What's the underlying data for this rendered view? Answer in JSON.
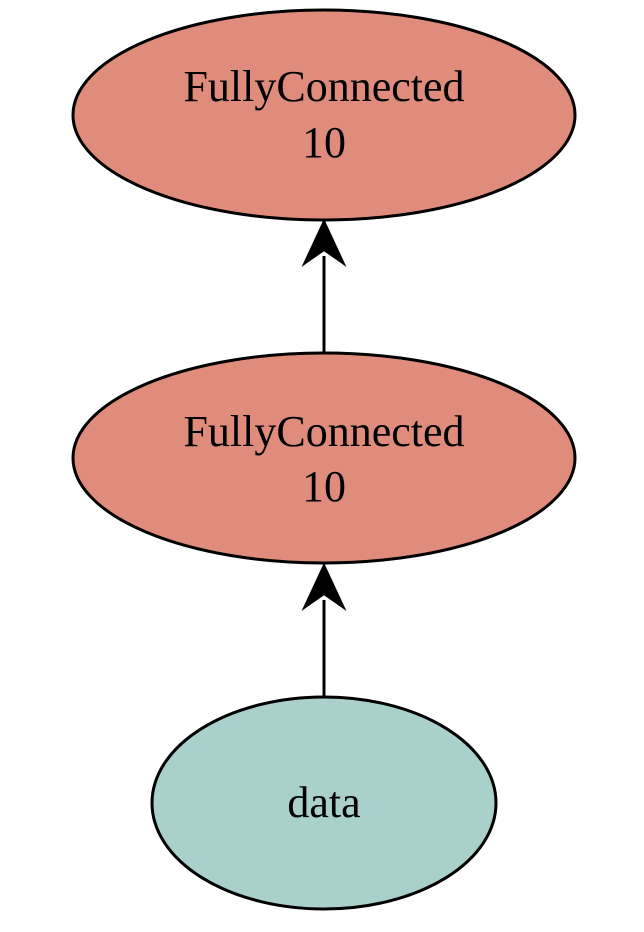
{
  "diagram": {
    "nodes": [
      {
        "id": "fc2",
        "line1": "FullyConnected",
        "line2": "10",
        "color": "#df8c7d",
        "shape": "ellipse"
      },
      {
        "id": "fc1",
        "line1": "FullyConnected",
        "line2": "10",
        "color": "#df8c7d",
        "shape": "ellipse"
      },
      {
        "id": "data",
        "line1": "data",
        "color": "#a9d0ca",
        "shape": "ellipse"
      }
    ],
    "edges": [
      {
        "from": "data",
        "to": "fc1"
      },
      {
        "from": "fc1",
        "to": "fc2"
      }
    ],
    "stroke_color": "#000000"
  }
}
